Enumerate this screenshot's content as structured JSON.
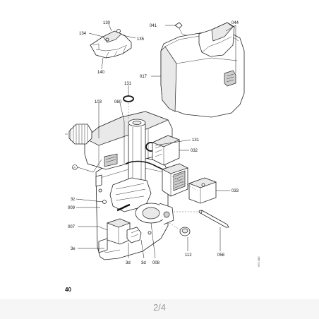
{
  "labels": {
    "l041": "041",
    "l044": "044",
    "l130": "130",
    "l134": "134",
    "l135": "135",
    "l140": "140",
    "l017": "017",
    "l131a": "131",
    "l103": "103",
    "l060": "060",
    "l131b": "131",
    "l032": "032",
    "lA": "A",
    "l033": "033",
    "l3z": "3z",
    "l009": "009",
    "l007": "007",
    "l3e": "3e",
    "l112": "112",
    "l058": "058",
    "l3d1": "3d",
    "l3d2": "3d",
    "l008": "008"
  },
  "side_code": "670 480",
  "page_number": "40",
  "pager": "2/4"
}
